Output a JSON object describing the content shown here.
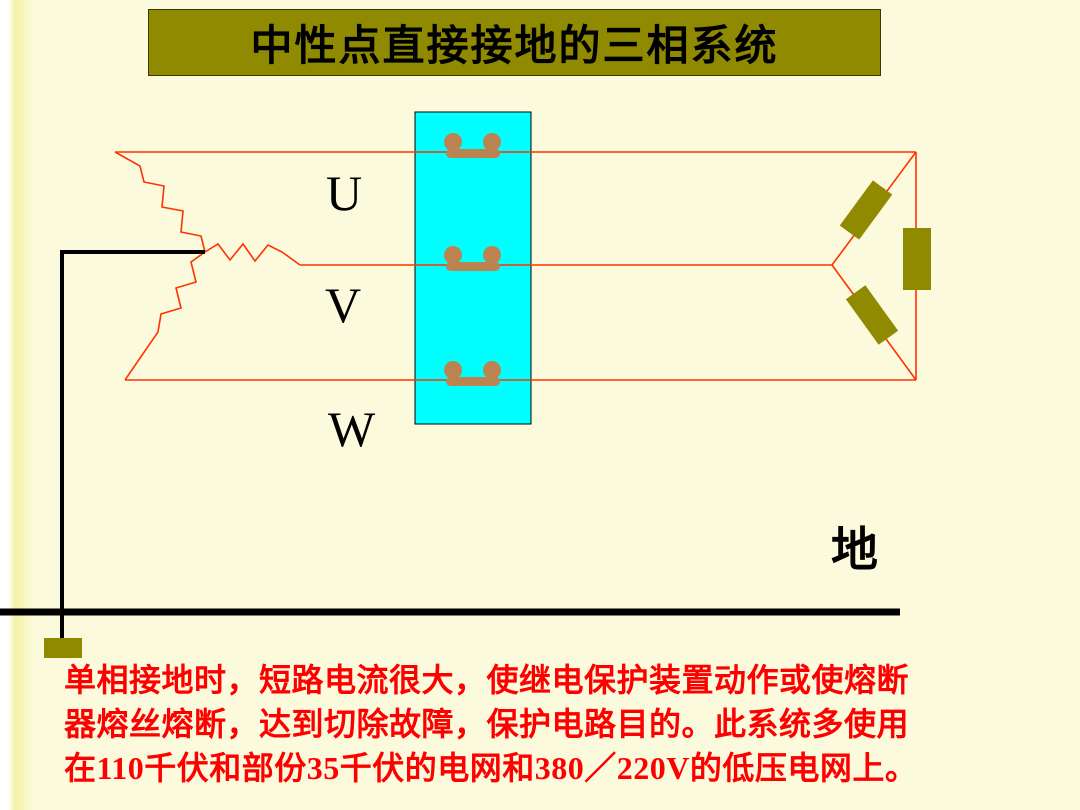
{
  "slide": {
    "title": "中性点直接接地的三相系统",
    "phase_labels": {
      "u": "U",
      "v": "V",
      "w": "W"
    },
    "ground_label": "地",
    "caption_lines": [
      "单相接地时，短路电流很大，使继电保护装置动作或使熔断",
      "器熔丝熔断，达到切除故障，保护电路目的。此系统多使用",
      "在110千伏和部份35千伏的电网和380／220V的低压电网上。"
    ]
  },
  "colors": {
    "bg": "#FBFADC",
    "title-bg": "#8F8A00",
    "title-text": "#000000",
    "circuit-red": "#FF3200",
    "breaker-cyan": "#00FFFF",
    "contact-brown": "#BB8350",
    "component-olive": "#8F8A00",
    "caption-red": "#FF0000",
    "ink": "#000000"
  }
}
